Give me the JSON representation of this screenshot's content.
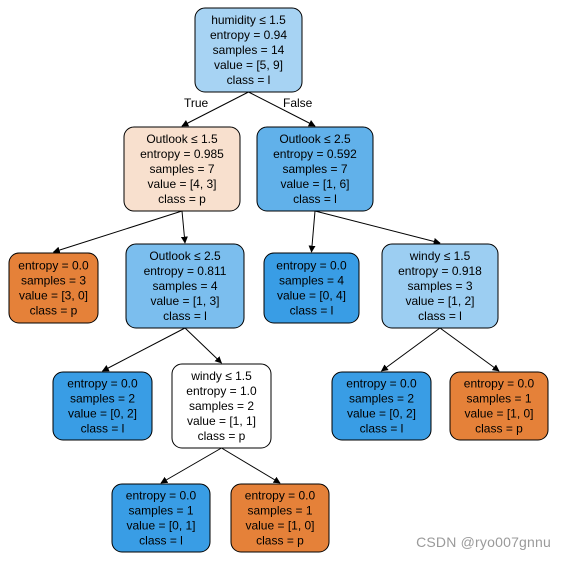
{
  "colors": {
    "strong_blue": "#399de5",
    "medium_blue": "#61b1ea",
    "light_blue": "#7bbeee",
    "pale_blue": "#9ccef2",
    "very_pale_blue": "#a7d3f3",
    "orange": "#e58139",
    "pale_orange": "#f8e0ce",
    "white": "#ffffff",
    "stroke": "#000000"
  },
  "nodes": [
    {
      "id": "root",
      "fill": "very_pale_blue",
      "lines": [
        "humidity ≤ 1.5",
        "entropy = 0.94",
        "samples = 14",
        "value = [5, 9]",
        "class = l"
      ]
    },
    {
      "id": "n1",
      "fill": "pale_orange",
      "lines": [
        "Outlook ≤ 1.5",
        "entropy = 0.985",
        "samples = 7",
        "value = [4, 3]",
        "class = p"
      ]
    },
    {
      "id": "n2",
      "fill": "medium_blue",
      "lines": [
        "Outlook ≤ 2.5",
        "entropy = 0.592",
        "samples = 7",
        "value = [1, 6]",
        "class = l"
      ]
    },
    {
      "id": "n3",
      "fill": "orange",
      "lines": [
        "entropy = 0.0",
        "samples = 3",
        "value = [3, 0]",
        "class = p"
      ]
    },
    {
      "id": "n4",
      "fill": "light_blue",
      "lines": [
        "Outlook ≤ 2.5",
        "entropy = 0.811",
        "samples = 4",
        "value = [1, 3]",
        "class = l"
      ]
    },
    {
      "id": "n5",
      "fill": "strong_blue",
      "lines": [
        "entropy = 0.0",
        "samples = 4",
        "value = [0, 4]",
        "class = l"
      ]
    },
    {
      "id": "n6",
      "fill": "pale_blue",
      "lines": [
        "windy ≤ 1.5",
        "entropy = 0.918",
        "samples = 3",
        "value = [1, 2]",
        "class = l"
      ]
    },
    {
      "id": "n7",
      "fill": "strong_blue",
      "lines": [
        "entropy = 0.0",
        "samples = 2",
        "value = [0, 2]",
        "class = l"
      ]
    },
    {
      "id": "n8",
      "fill": "white",
      "lines": [
        "windy ≤ 1.5",
        "entropy = 1.0",
        "samples = 2",
        "value = [1, 1]",
        "class = p"
      ]
    },
    {
      "id": "n9",
      "fill": "strong_blue",
      "lines": [
        "entropy = 0.0",
        "samples = 2",
        "value = [0, 2]",
        "class = l"
      ]
    },
    {
      "id": "n10",
      "fill": "orange",
      "lines": [
        "entropy = 0.0",
        "samples = 1",
        "value = [1, 0]",
        "class = p"
      ]
    },
    {
      "id": "n11",
      "fill": "strong_blue",
      "lines": [
        "entropy = 0.0",
        "samples = 1",
        "value = [0, 1]",
        "class = l"
      ]
    },
    {
      "id": "n12",
      "fill": "orange",
      "lines": [
        "entropy = 0.0",
        "samples = 1",
        "value = [1, 0]",
        "class = p"
      ]
    }
  ],
  "edges": [
    {
      "from": "root",
      "to": "n1",
      "label": "True"
    },
    {
      "from": "root",
      "to": "n2",
      "label": "False"
    },
    {
      "from": "n1",
      "to": "n3",
      "label": ""
    },
    {
      "from": "n1",
      "to": "n4",
      "label": ""
    },
    {
      "from": "n2",
      "to": "n5",
      "label": ""
    },
    {
      "from": "n2",
      "to": "n6",
      "label": ""
    },
    {
      "from": "n4",
      "to": "n7",
      "label": ""
    },
    {
      "from": "n4",
      "to": "n8",
      "label": ""
    },
    {
      "from": "n6",
      "to": "n9",
      "label": ""
    },
    {
      "from": "n6",
      "to": "n10",
      "label": ""
    },
    {
      "from": "n8",
      "to": "n11",
      "label": ""
    },
    {
      "from": "n8",
      "to": "n12",
      "label": ""
    }
  ],
  "watermark": "CSDN @ryo007gnnu"
}
